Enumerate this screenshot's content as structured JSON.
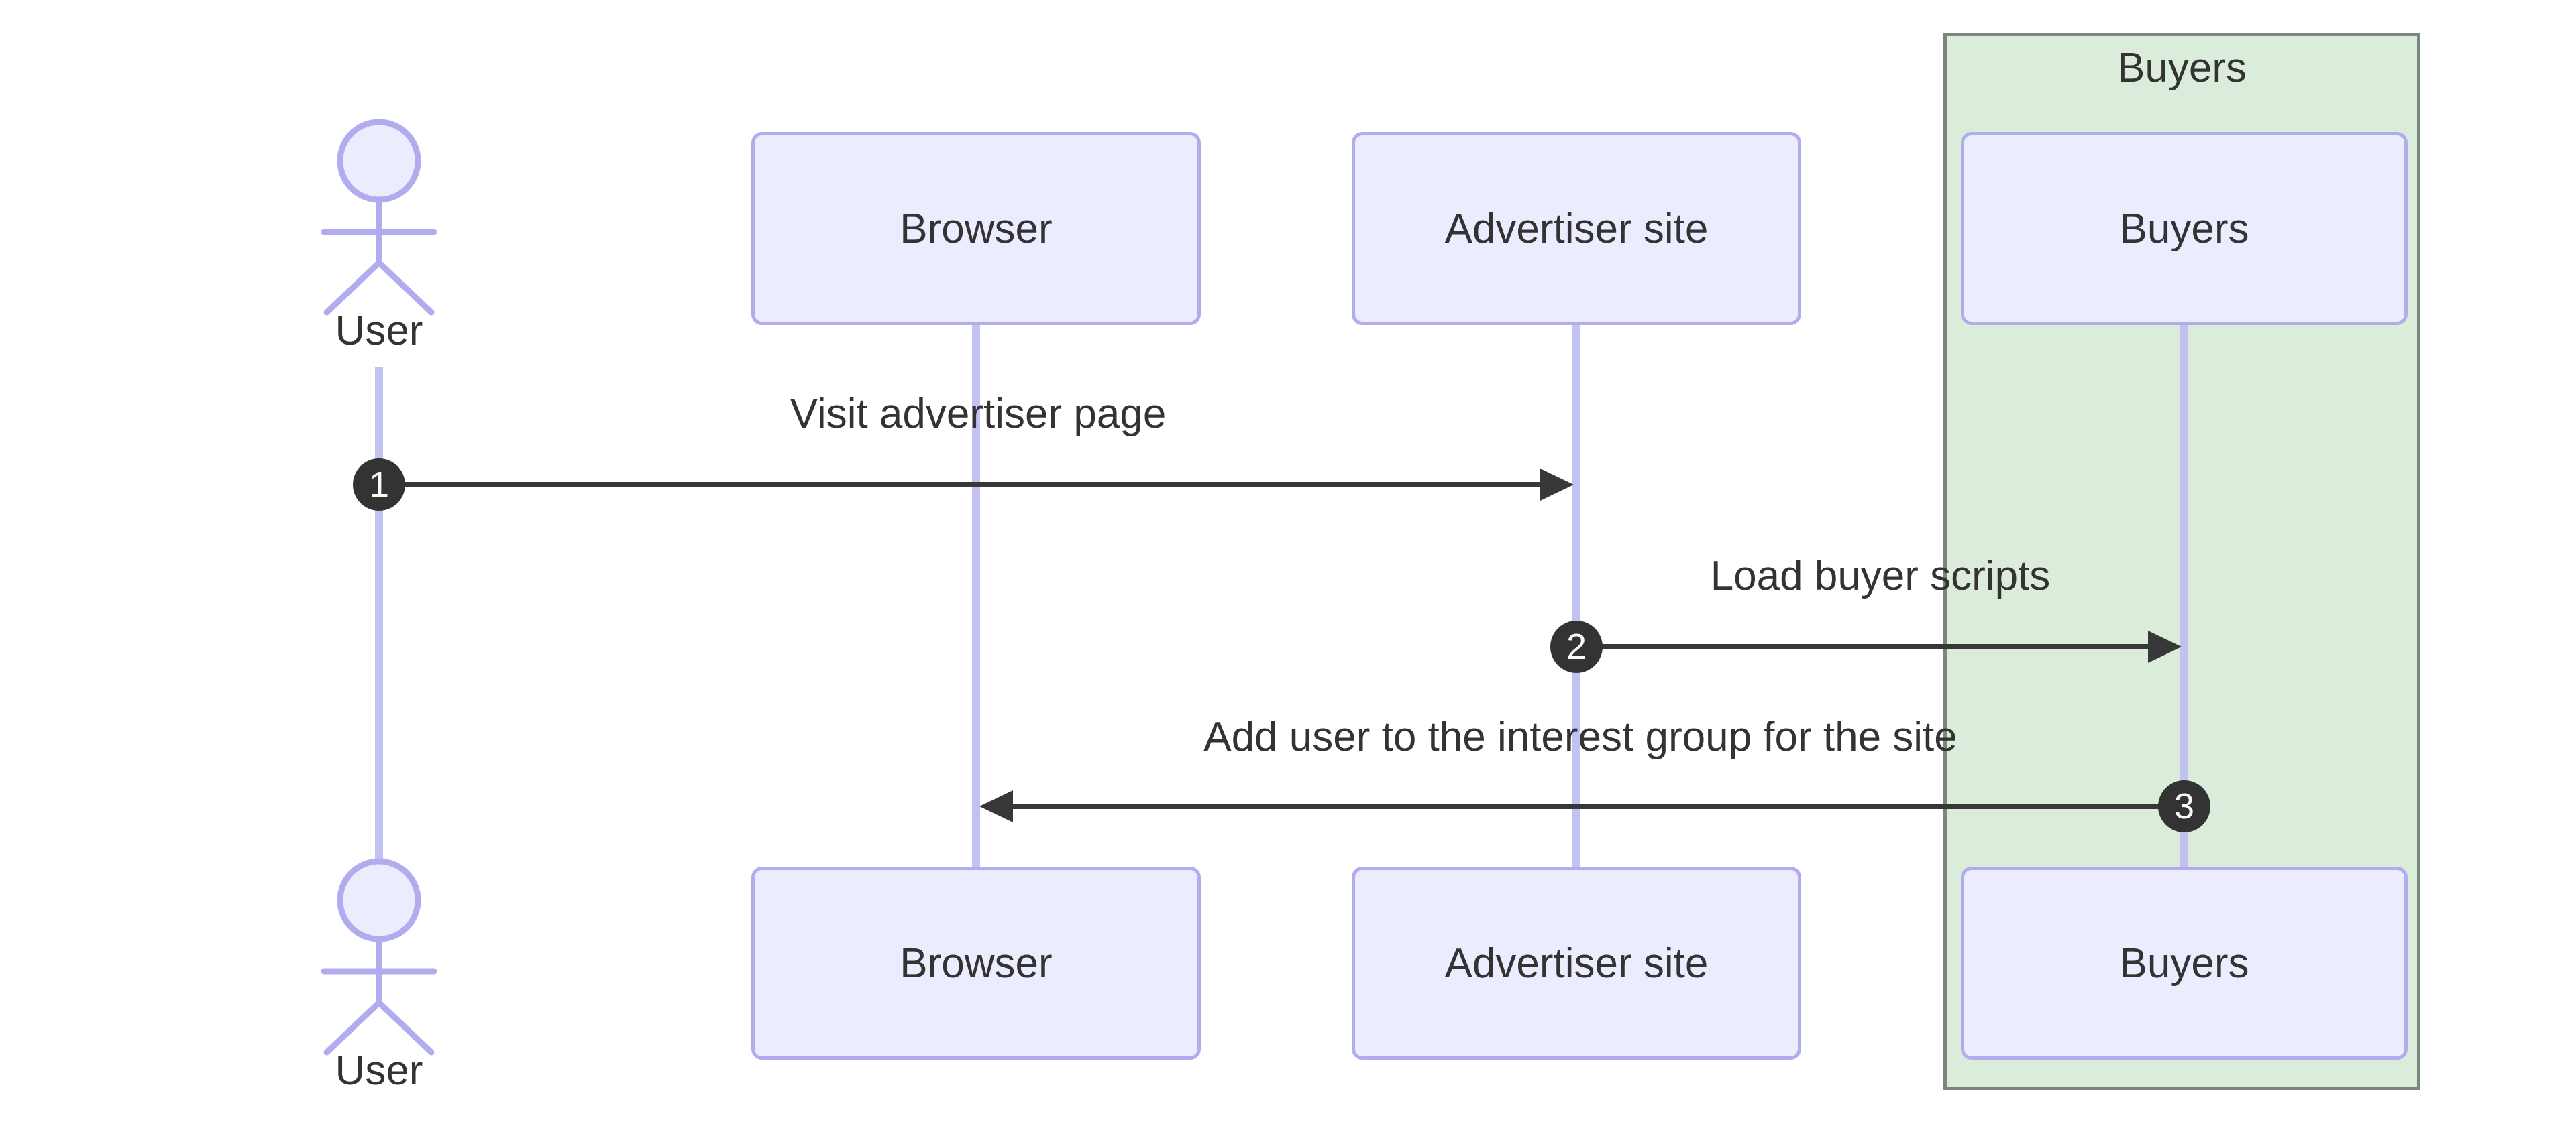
{
  "diagram": {
    "kind": "sequence-diagram",
    "colors": {
      "canvas_bg": "#FFFFFF",
      "participant_fill": "#ECECFF",
      "participant_border": "#B1ACEE",
      "lifeline": "#C2C2F2",
      "group_fill": "#DBECDA",
      "group_border": "#7C867C",
      "arrow": "#383838",
      "badge_fill": "#333333",
      "badge_text": "#FAFAFA",
      "text": "#333333"
    },
    "actor": {
      "label": "User"
    },
    "participants": [
      {
        "label": "Browser"
      },
      {
        "label": "Advertiser site"
      },
      {
        "label": "Buyers"
      }
    ],
    "group": {
      "label": "Buyers",
      "contains": [
        "Buyers"
      ]
    },
    "messages": [
      {
        "seq": "1",
        "from": "User",
        "to": "Advertiser site",
        "label": "Visit advertiser page",
        "direction": "right"
      },
      {
        "seq": "2",
        "from": "Advertiser site",
        "to": "Buyers",
        "label": "Load buyer scripts",
        "direction": "right"
      },
      {
        "seq": "3",
        "from": "Buyers",
        "to": "Browser",
        "label": "Add user to the interest group for the site",
        "direction": "left"
      }
    ]
  }
}
